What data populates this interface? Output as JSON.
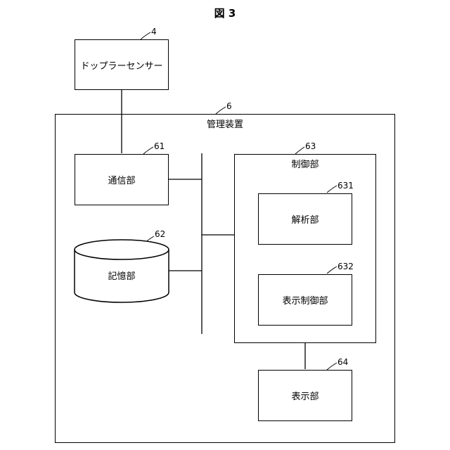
{
  "figure": {
    "title": "図 3"
  },
  "blocks": {
    "sensor": {
      "label": "ドップラーセンサー",
      "ref": "4"
    },
    "management": {
      "label": "管理装置",
      "ref": "6"
    },
    "comm": {
      "label": "通信部",
      "ref": "61"
    },
    "storage": {
      "label": "記憶部",
      "ref": "62"
    },
    "control": {
      "label": "制御部",
      "ref": "63"
    },
    "analysis": {
      "label": "解析部",
      "ref": "631"
    },
    "display_control": {
      "label": "表示制御部",
      "ref": "632"
    },
    "display": {
      "label": "表示部",
      "ref": "64"
    }
  }
}
